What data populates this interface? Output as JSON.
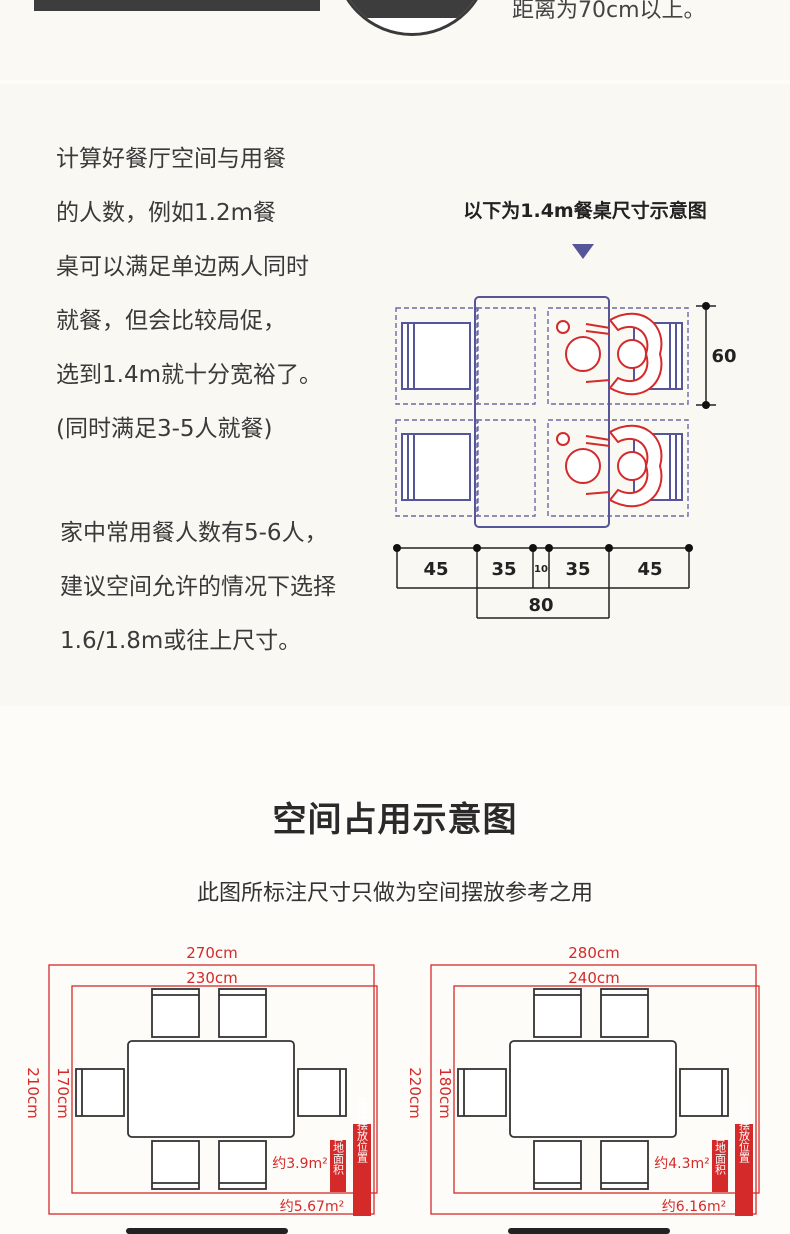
{
  "top": {
    "partial_text": "距离为70cm以上。"
  },
  "intro": {
    "lines": [
      "计算好餐厅空间与用餐",
      "的人数，例如1.2m餐",
      "桌可以满足单边两人同时",
      "就餐，但会比较局促，",
      "选到1.4m就十分宽裕了。",
      "(同时满足3-5人就餐)"
    ],
    "lines2": [
      "家中常用餐人数有5-6人，",
      "建议空间允许的情况下选择",
      "1.6/1.8m或往上尺寸。"
    ]
  },
  "diagram1": {
    "title": "以下为1.4m餐桌尺寸示意图",
    "dim_right": "60",
    "dims_top": [
      "45",
      "35",
      "10",
      "35",
      "45"
    ],
    "dim_bottom": "80",
    "colors": {
      "chair": "#555599",
      "dashed": "#6a6aa8",
      "person": "#d42a2a",
      "marker": "#555599"
    }
  },
  "section2": {
    "title": "空间占用示意图",
    "subtitle": "此图所标注尺寸只做为空间摆放参考之用"
  },
  "plans": [
    {
      "outer_w": "270cm",
      "inner_w": "230cm",
      "outer_h": "210cm",
      "inner_h": "170cm",
      "inner_area": "约3.9m²",
      "outer_area": "约5.67m²",
      "tag_occupy": "占地面积",
      "tag_best": "最佳摆放位置"
    },
    {
      "outer_w": "280cm",
      "inner_w": "240cm",
      "outer_h": "220cm",
      "inner_h": "180cm",
      "inner_area": "约4.3m²",
      "outer_area": "约6.16m²",
      "tag_occupy": "占地面积",
      "tag_best": "最佳摆放位置"
    }
  ],
  "colors": {
    "plan_red": "#d42a2a",
    "tag_bg": "#d42a2a"
  }
}
